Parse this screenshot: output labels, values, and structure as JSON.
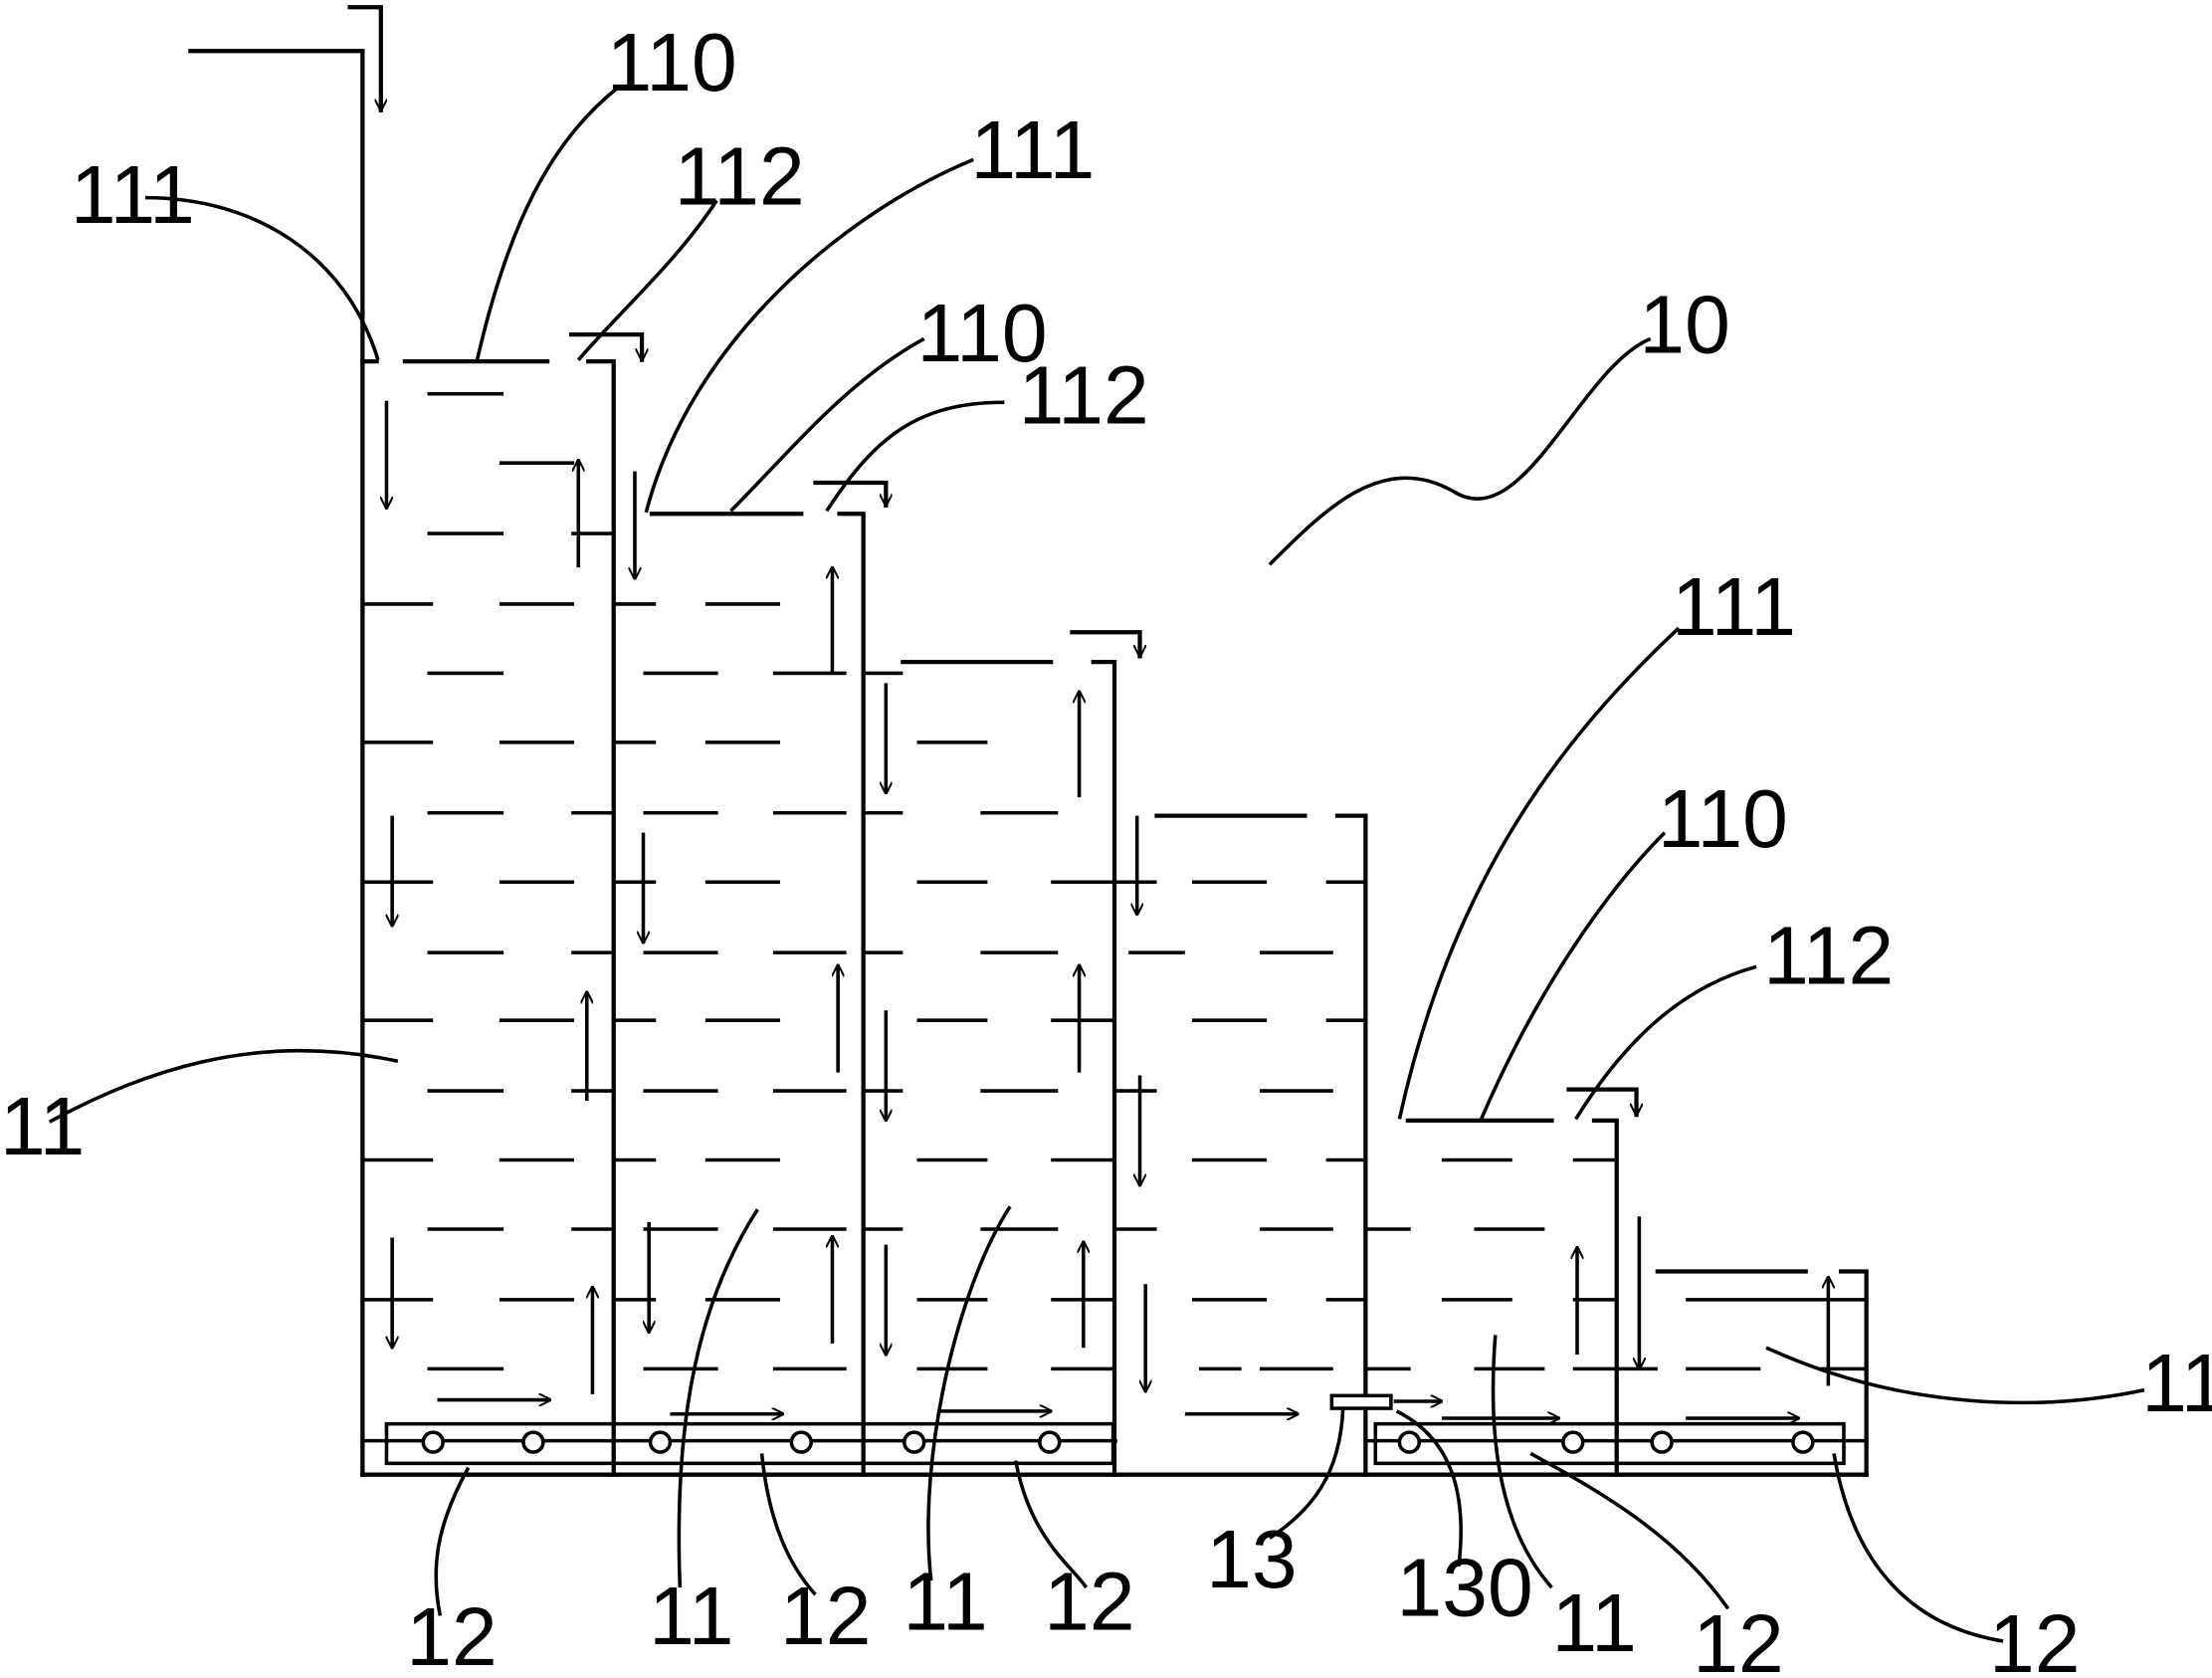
{
  "diagram": {
    "assembly_number": "10",
    "labels": {
      "tank": "11",
      "overflow_level": "110",
      "inlet_side": "111",
      "outlet_side": "112",
      "bottom_pipe": "12",
      "pump": "13",
      "pump_port": "130"
    },
    "tank_count": 6,
    "stroke_color": "#000000",
    "background_color": "#ffffff"
  }
}
